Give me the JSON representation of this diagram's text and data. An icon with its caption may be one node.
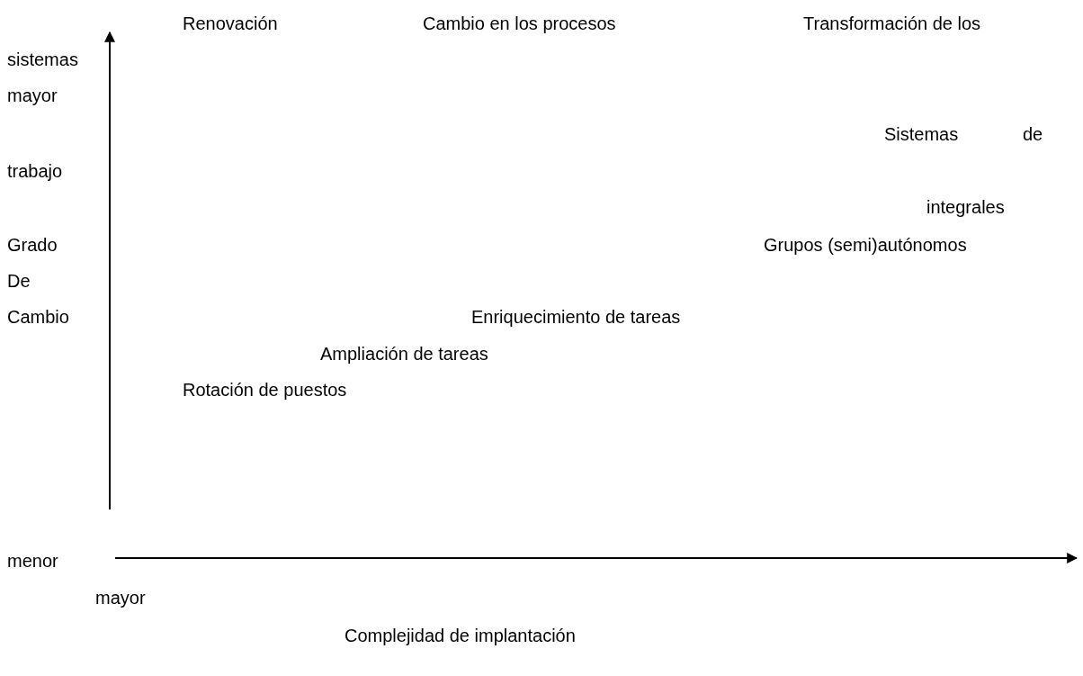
{
  "diagram": {
    "labels": [
      "Renovación",
      "Cambio en los procesos",
      "Transformación de los",
      "sistemas",
      "mayor",
      "Sistemas",
      "de",
      "trabajo",
      "integrales",
      "Grado",
      "Grupos (semi)autónomos",
      "De",
      "Cambio",
      "Enriquecimiento de tareas",
      "Ampliación de tareas",
      "Rotación de puestos",
      "menor",
      "mayor",
      "Complejidad de implantación"
    ]
  }
}
